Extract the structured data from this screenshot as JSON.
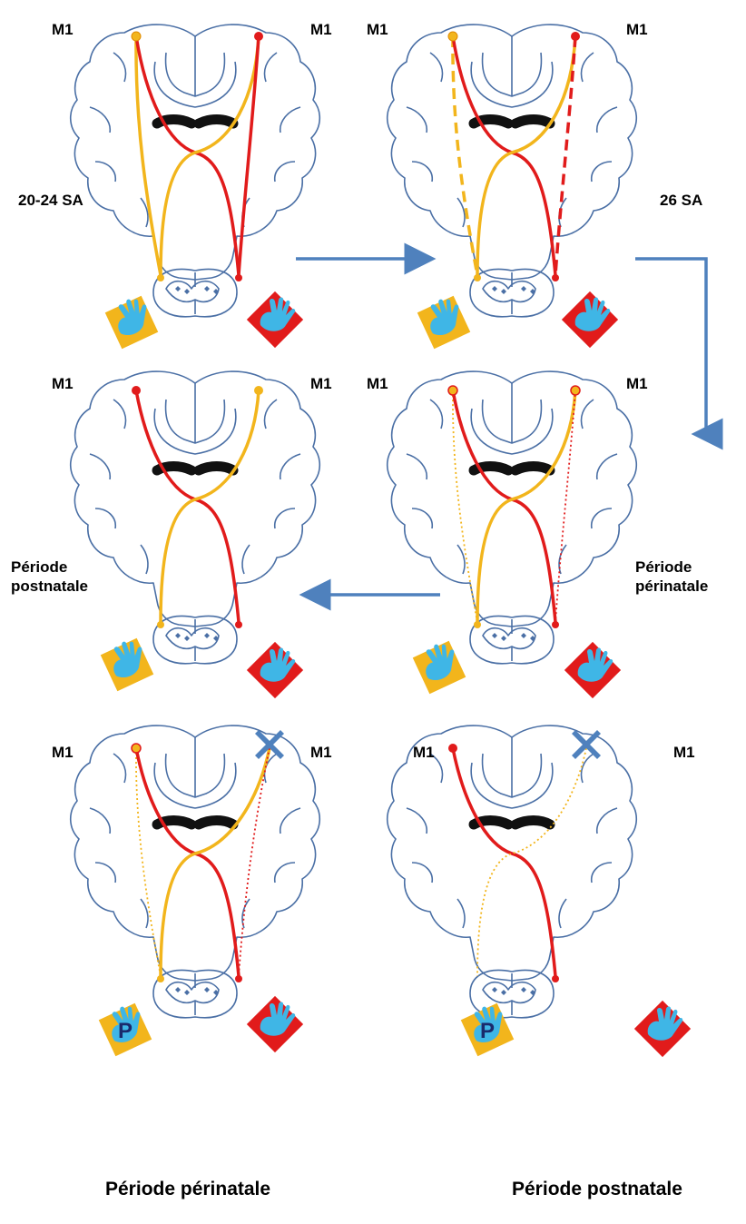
{
  "labels": {
    "m1": "M1",
    "stage1": "20-24 SA",
    "stage2": "26 SA",
    "stage3": "Période\npérinatale",
    "stage4": "Période\npostnatale",
    "caption_bottom_left": "Période périnatale",
    "caption_bottom_right": "Période postnatale",
    "paretic_letter": "P"
  },
  "colors": {
    "outline": "#4a6fa5",
    "yellow_tract": "#f2b51c",
    "red_tract": "#e11b1b",
    "arrow": "#4f81bd",
    "callosum": "#111111",
    "hand": "#3fb6e6",
    "lesion": "#4f81bd"
  },
  "icons": {
    "hand": "hand-icon",
    "lesion": "cross-icon",
    "arrow": "arrow-icon"
  }
}
